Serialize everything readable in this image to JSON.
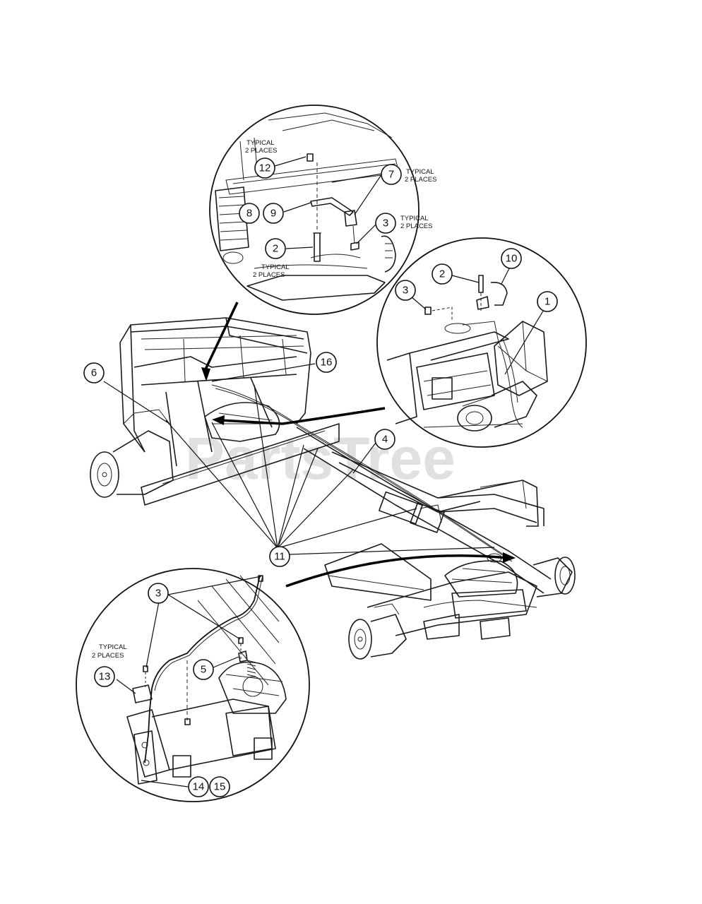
{
  "watermark": "PartsTree",
  "notes": {
    "typical_2_places": [
      "TYPICAL",
      "2 PLACES"
    ]
  },
  "callouts": {
    "c1": "1",
    "c2a": "2",
    "c2b": "2",
    "c3a": "3",
    "c3b": "3",
    "c3c": "3",
    "c4": "4",
    "c5": "5",
    "c6": "6",
    "c7": "7",
    "c8": "8",
    "c9": "9",
    "c10": "10",
    "c11": "11",
    "c12": "12",
    "c13": "13",
    "c14": "14",
    "c15": "15",
    "c16": "16"
  }
}
